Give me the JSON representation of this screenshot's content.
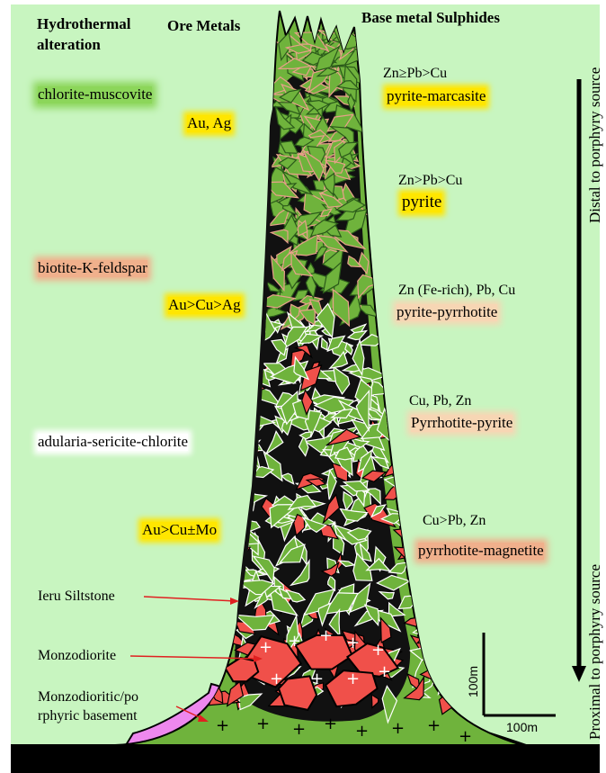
{
  "headers": {
    "hydrothermal": "Hydrothermal",
    "alteration": "alteration",
    "ore_metals": "Ore Metals",
    "base_metal": "Base metal Sulphides"
  },
  "alteration_zones": [
    {
      "label": "chlorite-muscovite",
      "color": "#8cd65a"
    },
    {
      "label": "biotite-K-feldspar",
      "color": "#f0b08c"
    },
    {
      "label": "adularia-sericite-chlorite",
      "color": "#ffffff"
    }
  ],
  "ore_metals": [
    {
      "label": "Au, Ag",
      "color": "#ffe600"
    },
    {
      "label": "Au>Cu>Ag",
      "color": "#ffe600"
    },
    {
      "label": "Au>Cu±Mo",
      "color": "#ffe600"
    }
  ],
  "sulphides": [
    {
      "ratio": "Zn≥Pb>Cu",
      "mineral": "pyrite-marcasite",
      "color": "#ffe600"
    },
    {
      "ratio": "Zn>Pb>Cu",
      "mineral": "pyrite",
      "color": "#ffe600"
    },
    {
      "ratio": "Zn (Fe-rich), Pb, Cu",
      "mineral": "pyrite-pyrrhotite",
      "color": "#f7d6b4"
    },
    {
      "ratio": "Cu, Pb, Zn",
      "mineral": "Pyrrhotite-pyrite",
      "color": "#f7d6b4"
    },
    {
      "ratio": "Cu>Pb, Zn",
      "mineral": "pyrrhotite-magnetite",
      "color": "#f0b08c"
    }
  ],
  "lithology_labels": {
    "siltstone": "Ieru Siltstone",
    "monzodiorite": "Monzodiorite",
    "basement_line1": "Monzodioritic/po",
    "basement_line2": "rphyric basement"
  },
  "axis": {
    "distal": "Distal to porphyry source",
    "proximal": "Proximal to porphyry source"
  },
  "scale_bar": {
    "vertical": "100m",
    "horizontal": "100m"
  },
  "colors": {
    "background": "#c8f5c0",
    "breccia_green": "#6fb33c",
    "monzodiorite_red": "#f0504a",
    "basement_pink": "#ee88ee",
    "leader_red": "#e02020"
  }
}
